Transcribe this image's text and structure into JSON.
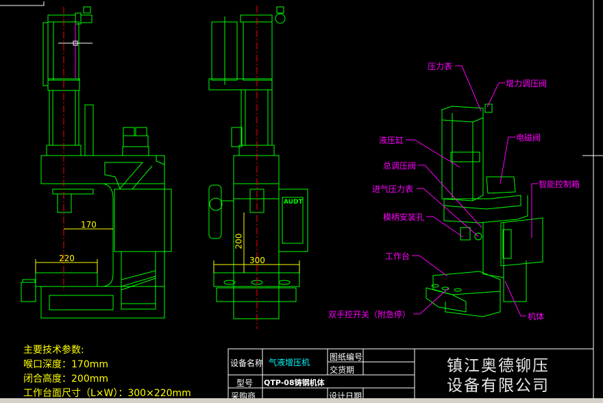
{
  "dimensions": {
    "throat": "170",
    "table_width": "220",
    "table_length": "300",
    "closed_height": "200"
  },
  "panel_brand": "AUDT",
  "callouts": {
    "pressure_gauge": "压力表",
    "booster_valve": "增力调压阀",
    "hydraulic_cylinder": "液压缸",
    "main_regulator": "总调压阀",
    "inlet_gauge": "进气压力表",
    "die_shank_hole": "模柄安装孔",
    "solenoid_valve": "电磁阀",
    "control_box": "智能控制箱",
    "worktable": "工作台",
    "two_hand_switch": "双手控开关（附急停）",
    "frame": "机体"
  },
  "specs": {
    "title": "主要技术参数:",
    "throat_depth": "喉口深度：170mm",
    "closed_height": "闭合高度：200mm",
    "table_size": "工作台面尺寸（L×W）：300×220mm"
  },
  "title_block": {
    "name_label": "设备名称",
    "name_value": "气液增压机",
    "drawing_no_label": "图纸编号",
    "delivery_label": "交货期",
    "model_label": "型号",
    "model_value": "QTP-08铸钢机体",
    "buyer_label": "采购商",
    "design_date_label": "设计日期",
    "company_line1": "镇江奥德铆压",
    "company_line2": "设备有限公司"
  },
  "colors": {
    "lines": "#00ff00",
    "centerline": "#ff0000",
    "dimension": "#ffff00",
    "callout": "#ff00ff",
    "name_value": "#00ffff"
  }
}
